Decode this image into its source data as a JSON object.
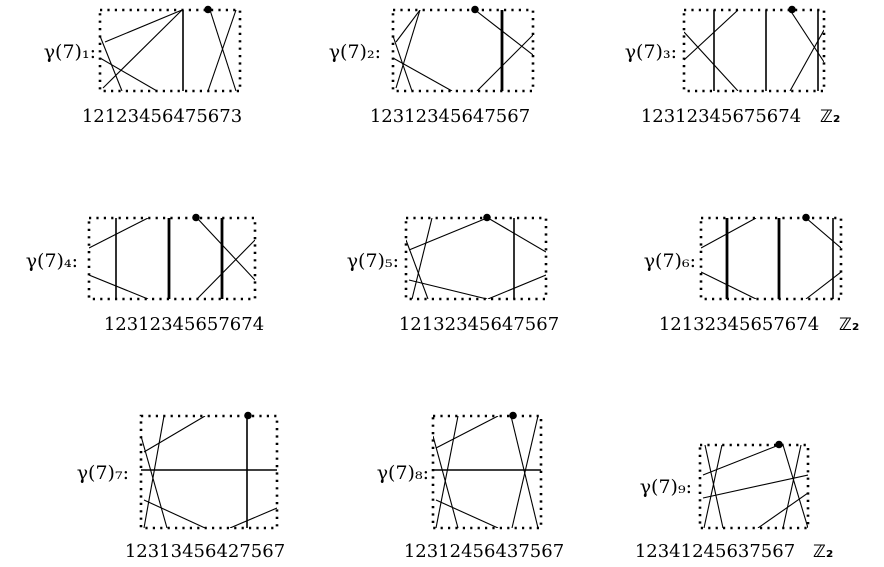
{
  "diagrams": [
    {
      "name": "γ(7)₁:",
      "word": "12123456475673",
      "symmetry": ""
    },
    {
      "name": "γ(7)₂:",
      "word": "12312345647567",
      "symmetry": ""
    },
    {
      "name": "γ(7)₃:",
      "word": "12312345675674",
      "symmetry": "ℤ₂"
    },
    {
      "name": "γ(7)₄:",
      "word": "12312345657674",
      "symmetry": ""
    },
    {
      "name": "γ(7)₅:",
      "word": "12132345647567",
      "symmetry": ""
    },
    {
      "name": "γ(7)₆:",
      "word": "12132345657674",
      "symmetry": "ℤ₂"
    },
    {
      "name": "γ(7)₇:",
      "word": "12313456427567",
      "symmetry": ""
    },
    {
      "name": "γ(7)₈:",
      "word": "12312456437567",
      "symmetry": ""
    },
    {
      "name": "γ(7)₉:",
      "word": "12341245637567",
      "symmetry": "ℤ₂"
    }
  ]
}
